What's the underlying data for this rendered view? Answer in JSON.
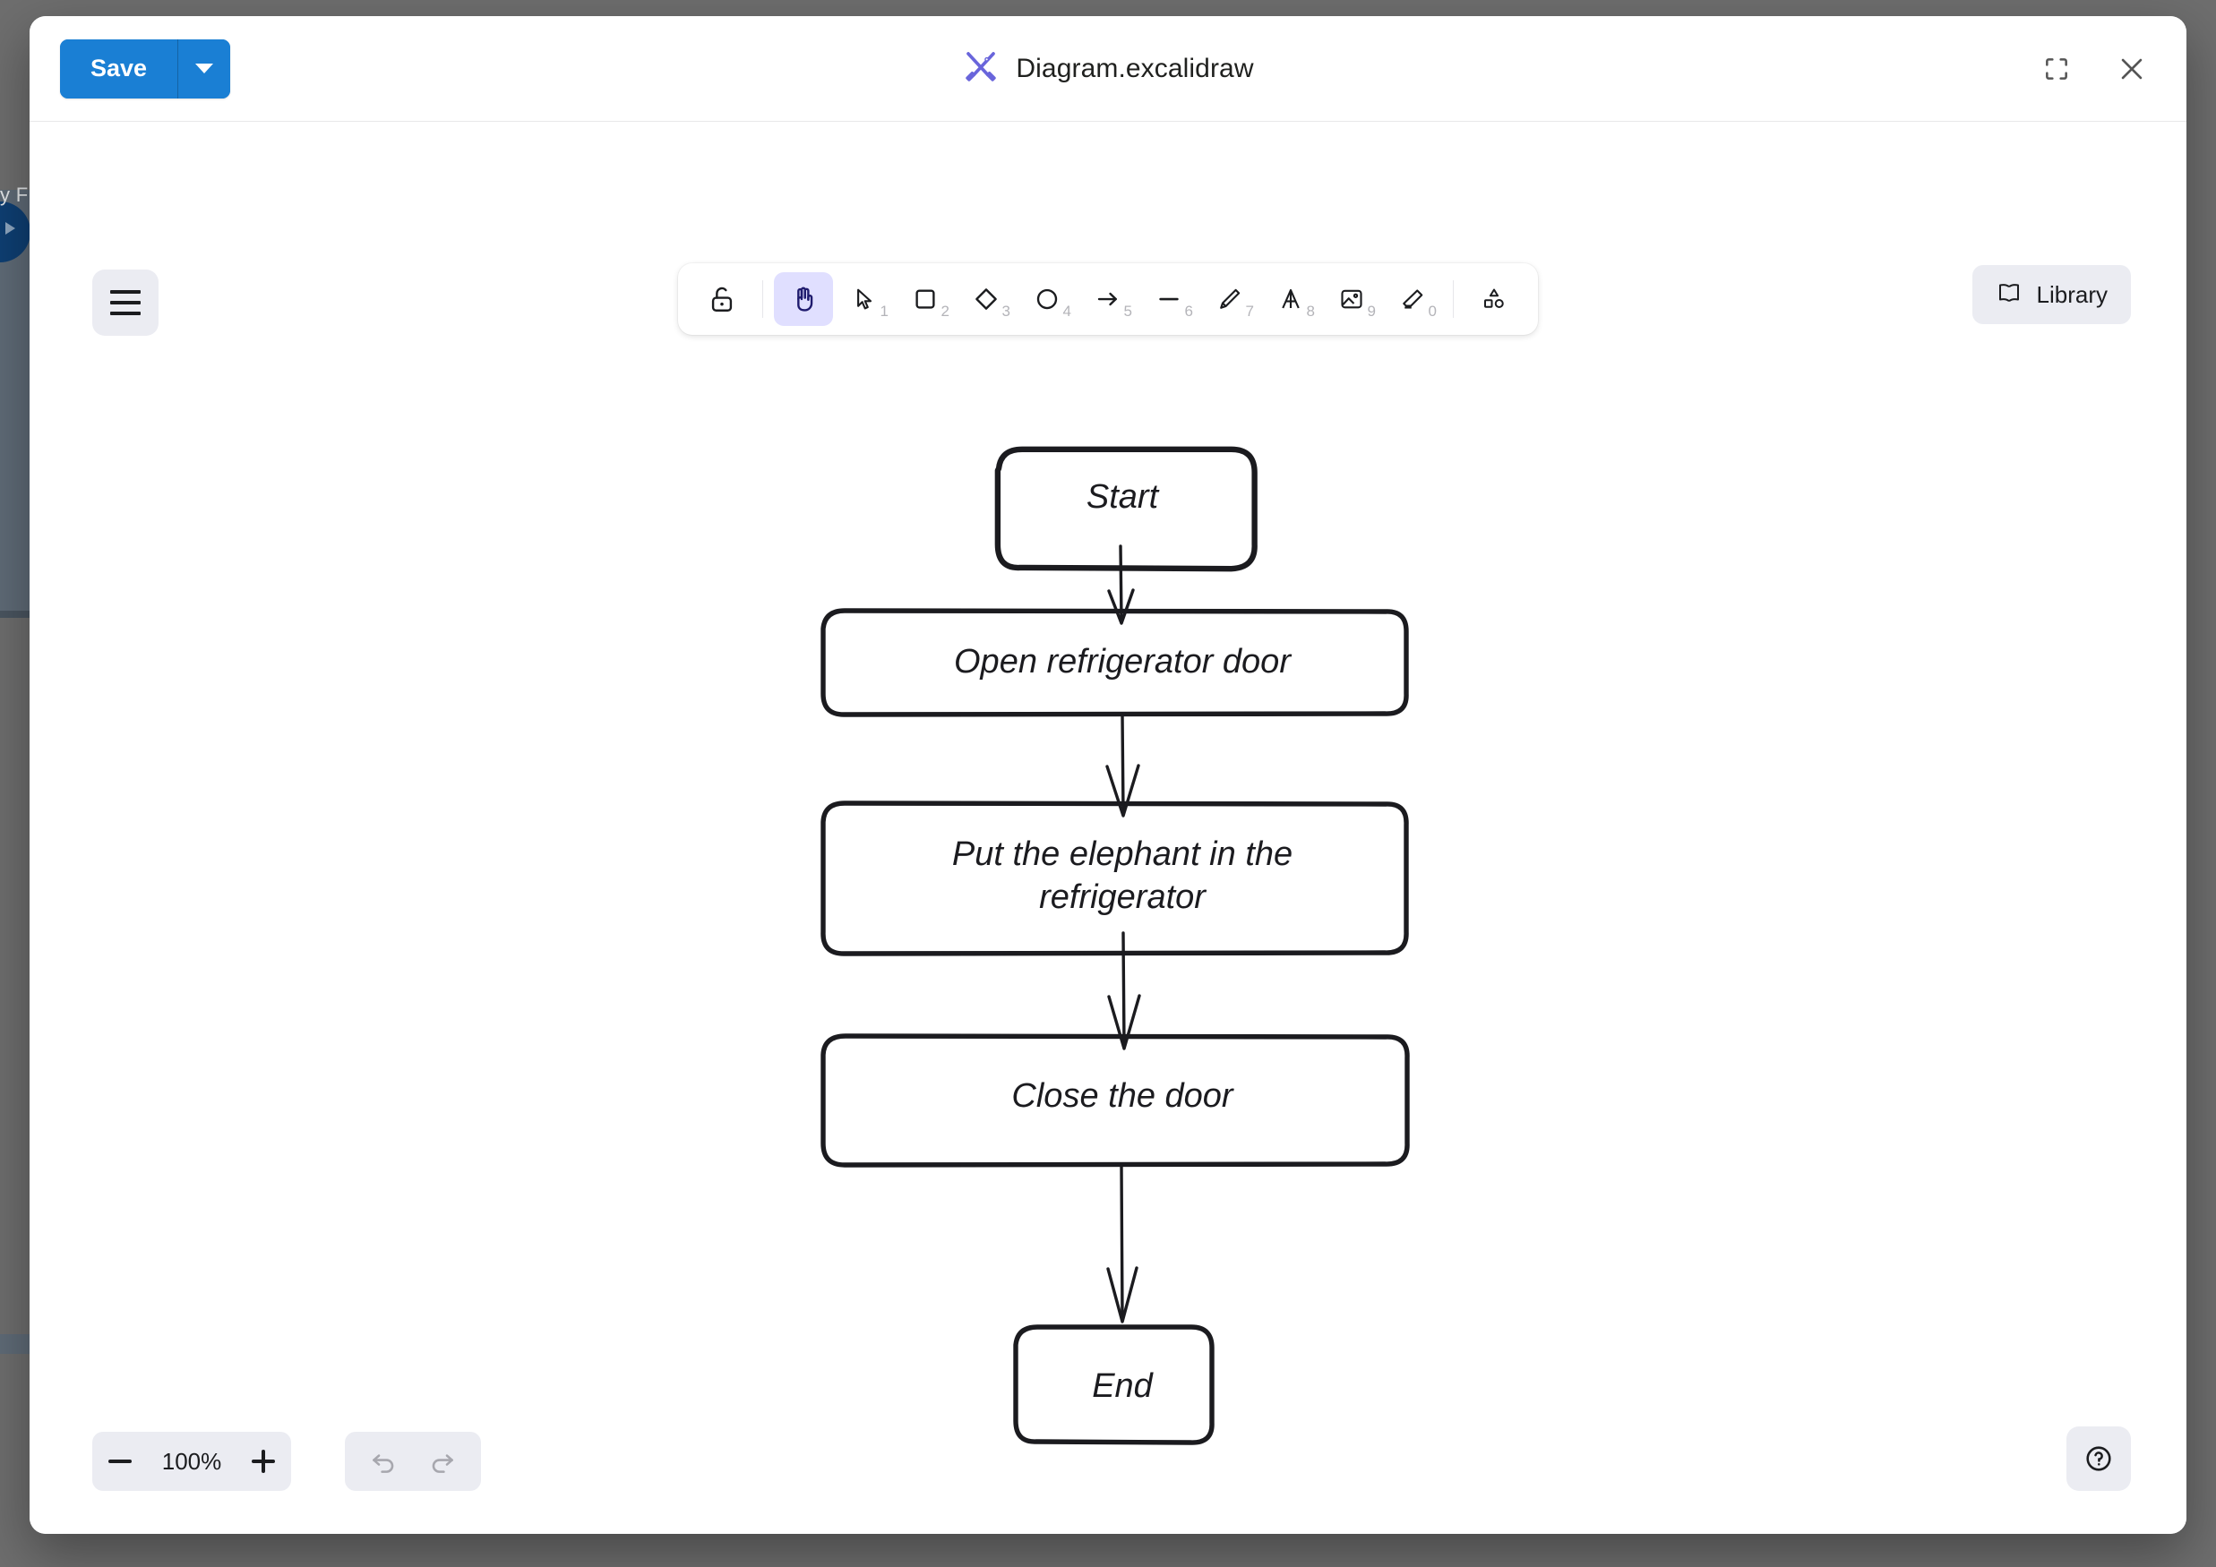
{
  "background": {
    "hint_text": "y F"
  },
  "titlebar": {
    "save_label": "Save",
    "save_caret_name": "chevron-down-icon",
    "file_title": "Diagram.excalidraw",
    "logo_name": "excalidraw-logo",
    "fullscreen_name": "fullscreen-icon",
    "close_name": "close-icon",
    "brand_color": "#6965db",
    "save_color": "#1a7fd4"
  },
  "canvas": {
    "menu_button_name": "hamburger-menu-icon",
    "library_label": "Library",
    "active_tool": "hand",
    "selected_highlight": "#e0dfff"
  },
  "toolbar": {
    "tools": [
      {
        "name": "lock-icon",
        "label": "Keep selected tool active after drawing",
        "shortcut": "",
        "active": false
      },
      {
        "name": "hand-icon",
        "label": "Hand (panning tool)",
        "shortcut": "",
        "active": true
      },
      {
        "name": "selection-icon",
        "label": "Selection",
        "shortcut": "1",
        "active": false
      },
      {
        "name": "rectangle-icon",
        "label": "Rectangle",
        "shortcut": "2",
        "active": false
      },
      {
        "name": "diamond-icon",
        "label": "Diamond",
        "shortcut": "3",
        "active": false
      },
      {
        "name": "ellipse-icon",
        "label": "Ellipse",
        "shortcut": "4",
        "active": false
      },
      {
        "name": "arrow-icon",
        "label": "Arrow",
        "shortcut": "5",
        "active": false
      },
      {
        "name": "line-icon",
        "label": "Line",
        "shortcut": "6",
        "active": false
      },
      {
        "name": "draw-icon",
        "label": "Draw",
        "shortcut": "7",
        "active": false
      },
      {
        "name": "text-icon",
        "label": "Text",
        "shortcut": "8",
        "active": false
      },
      {
        "name": "image-icon",
        "label": "Insert image",
        "shortcut": "9",
        "active": false
      },
      {
        "name": "eraser-icon",
        "label": "Eraser",
        "shortcut": "0",
        "active": false
      },
      {
        "name": "shapes-icon",
        "label": "More tools",
        "shortcut": "",
        "active": false
      }
    ]
  },
  "chart_data": {
    "type": "diagram",
    "title": "Diagram.excalidraw",
    "style": "hand-drawn flowchart",
    "nodes": [
      {
        "id": "n1",
        "label": "Start",
        "shape": "rounded-rectangle"
      },
      {
        "id": "n2",
        "label": "Open refrigerator door",
        "shape": "rounded-rectangle"
      },
      {
        "id": "n3",
        "label": "Put the elephant in the refrigerator",
        "shape": "rounded-rectangle"
      },
      {
        "id": "n4",
        "label": "Close the door",
        "shape": "rounded-rectangle"
      },
      {
        "id": "n5",
        "label": "End",
        "shape": "rounded-rectangle"
      }
    ],
    "node_lines": {
      "n3_line1": "Put the elephant in the",
      "n3_line2": "refrigerator"
    },
    "edges": [
      {
        "from": "n1",
        "to": "n2",
        "type": "arrow"
      },
      {
        "from": "n2",
        "to": "n3",
        "type": "arrow"
      },
      {
        "from": "n3",
        "to": "n4",
        "type": "arrow"
      },
      {
        "from": "n4",
        "to": "n5",
        "type": "arrow"
      }
    ]
  },
  "footer": {
    "zoom_out_name": "zoom-out-icon",
    "zoom_value": "100%",
    "zoom_in_name": "zoom-in-icon",
    "undo_name": "undo-icon",
    "redo_name": "redo-icon",
    "help_name": "help-icon"
  }
}
